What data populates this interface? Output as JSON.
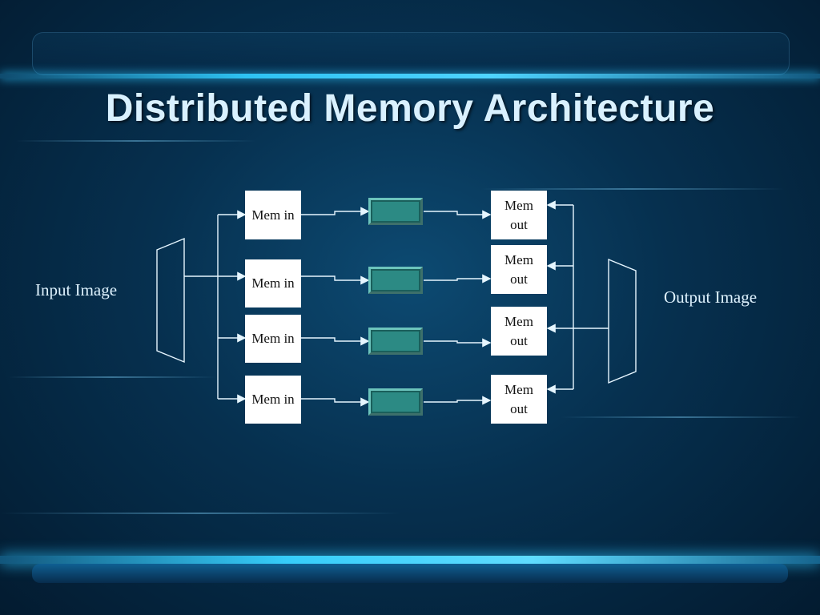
{
  "slide": {
    "title": "Distributed Memory Architecture"
  },
  "labels": {
    "input": "Input Image",
    "output": "Output Image"
  },
  "mem_in": [
    "Mem in",
    "Mem in",
    "Mem in",
    "Mem in"
  ],
  "mem_out": [
    {
      "line1": "Mem",
      "line2": "out"
    },
    {
      "line1": "Mem",
      "line2": "out"
    },
    {
      "line1": "Mem",
      "line2": "out"
    },
    {
      "line1": "Mem",
      "line2": "out"
    }
  ],
  "colors": {
    "background": "#06304f",
    "title": "#d9f1ff",
    "connector": "#e6f6ff",
    "processor": "#2c8a84"
  }
}
